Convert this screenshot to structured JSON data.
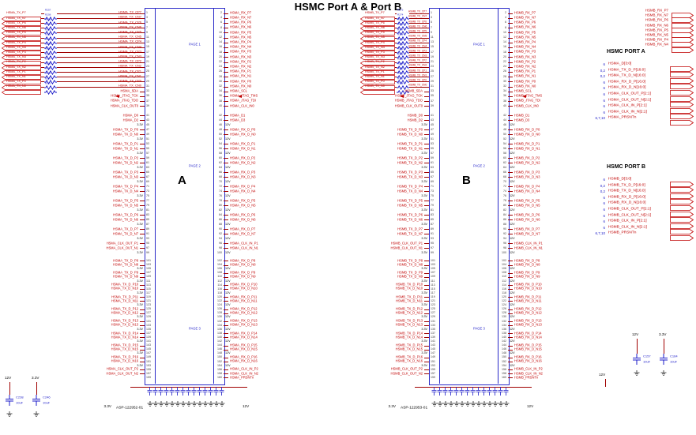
{
  "title": "HSMC Port A & Port B",
  "page_labels": [
    "PAGE 1",
    "PAGE 2",
    "PAGE 3"
  ],
  "bank_pin_starts": [
    1,
    41,
    101
  ],
  "ports": [
    {
      "designator": "A",
      "part_number": "ASP-122952-01",
      "rail_left_label": "3.3V",
      "rail_right_label": "12V",
      "decap_count": 14,
      "bank1": [
        [
          "HSMA_TX_P7",
          "R257",
          "HSMA_TX_CP7",
          "HSMA_RX_P7"
        ],
        [
          "HSMA_TX_N7",
          "R258",
          "HSMA_TX_CN7",
          "HSMA_RX_N7"
        ],
        [
          "HSMA_TX_P6",
          "R259",
          "HSMA_TX_CP6",
          "HSMA_RX_P6"
        ],
        [
          "HSMA_TX_N6",
          "R260",
          "HSMA_TX_CN6",
          "HSMA_RX_N6"
        ],
        [
          "HSMA_TX_P5",
          "R261",
          "HSMA_TX_CP5",
          "HSMA_RX_P5"
        ],
        [
          "HSMA_TX_N5",
          "R262",
          "HSMA_TX_CN5",
          "HSMA_RX_N5"
        ],
        [
          "HSMA_TX_P4",
          "R263",
          "HSMA_TX_CP4",
          "HSMA_RX_P4"
        ],
        [
          "HSMA_TX_N4",
          "R264",
          "HSMA_TX_CN4",
          "HSMA_RX_N4"
        ],
        [
          "HSMA_TX_P3",
          "R265",
          "HSMA_TX_CP3",
          "HSMA_RX_P3"
        ],
        [
          "HSMA_TX_N3",
          "R266",
          "HSMA_TX_CN3",
          "HSMA_RX_N3"
        ],
        [
          "HSMA_TX_P2",
          "R267",
          "HSMA_TX_CP2",
          "HSMA_RX_P2"
        ],
        [
          "HSMA_TX_N2",
          "R268",
          "HSMA_TX_CN2",
          "HSMA_RX_N2"
        ],
        [
          "HSMA_TX_P1",
          "R269",
          "HSMA_TX_CP1",
          "HSMA_RX_P1"
        ],
        [
          "HSMA_TX_N1",
          "R270",
          "HSMA_TX_CN1",
          "HSMA_RX_N1"
        ],
        [
          "HSMA_TX_P0",
          "R271",
          "HSMA_TX_CP0",
          "HSMA_RX_P0"
        ],
        [
          "HSMA_TX_N0",
          "R272",
          "HSMA_TX_CN0",
          "HSMA_RX_N0"
        ],
        [
          "HSMA_SDA",
          "",
          "",
          "HSMA_SCL"
        ],
        [
          "HSMA_JTAG_TCK",
          "",
          "",
          "HSMA_JTAG_TMS"
        ],
        [
          "HSMA_JTAG_TDO",
          "",
          "",
          "HSMA_JTAG_TDI"
        ],
        [
          "HSMA_CLK_OUT0",
          "",
          "",
          "HSMA_CLK_IN0"
        ]
      ],
      "bank2": [
        [
          "HSMA_D0",
          "HSMA_D1"
        ],
        [
          "HSMA_D2",
          "HSMA_D3"
        ],
        [
          "3.3V",
          "12V"
        ],
        [
          "HSMA_TX_D_P0",
          "HSMA_RX_D_P0"
        ],
        [
          "HSMA_TX_D_N0",
          "HSMA_RX_D_N0"
        ],
        [
          "3.3V",
          "12V"
        ],
        [
          "HSMA_TX_D_P1",
          "HSMA_RX_D_P1"
        ],
        [
          "HSMA_TX_D_N1",
          "HSMA_RX_D_N1"
        ],
        [
          "3.3V",
          "12V"
        ],
        [
          "HSMA_TX_D_P2",
          "HSMA_RX_D_P2"
        ],
        [
          "HSMA_TX_D_N2",
          "HSMA_RX_D_N2"
        ],
        [
          "3.3V",
          "12V"
        ],
        [
          "HSMA_TX_D_P3",
          "HSMA_RX_D_P3"
        ],
        [
          "HSMA_TX_D_N3",
          "HSMA_RX_D_N3"
        ],
        [
          "3.3V",
          "12V"
        ],
        [
          "HSMA_TX_D_P4",
          "HSMA_RX_D_P4"
        ],
        [
          "HSMA_TX_D_N4",
          "HSMA_RX_D_N4"
        ],
        [
          "3.3V",
          "12V"
        ],
        [
          "HSMA_TX_D_P5",
          "HSMA_RX_D_P5"
        ],
        [
          "HSMA_TX_D_N5",
          "HSMA_RX_D_N5"
        ],
        [
          "3.3V",
          "12V"
        ],
        [
          "HSMA_TX_D_P6",
          "HSMA_RX_D_P6"
        ],
        [
          "HSMA_TX_D_N6",
          "HSMA_RX_D_N6"
        ],
        [
          "3.3V",
          "12V"
        ],
        [
          "HSMA_TX_D_P7",
          "HSMA_RX_D_P7"
        ],
        [
          "HSMA_TX_D_N7",
          "HSMA_RX_D_N7"
        ],
        [
          "3.3V",
          "12V"
        ],
        [
          "HSMA_CLK_OUT_P1",
          "HSMA_CLK_IN_P1"
        ],
        [
          "HSMA_CLK_OUT_N1",
          "HSMA_CLK_IN_N1"
        ],
        [
          "3.3V",
          "12V"
        ]
      ],
      "bank3": [
        [
          "HSMA_TX_D_P8",
          "HSMA_RX_D_P8"
        ],
        [
          "HSMA_TX_D_N8",
          "HSMA_RX_D_N8"
        ],
        [
          "3.3V",
          "12V"
        ],
        [
          "HSMA_TX_D_P9",
          "HSMA_RX_D_P9"
        ],
        [
          "HSMA_TX_D_N9",
          "HSMA_RX_D_N9"
        ],
        [
          "3.3V",
          "12V"
        ],
        [
          "HSMA_TX_D_P10",
          "HSMA_RX_D_P10"
        ],
        [
          "HSMA_TX_D_N10",
          "HSMA_RX_D_N10"
        ],
        [
          "3.3V",
          "12V"
        ],
        [
          "HSMA_TX_D_P11",
          "HSMA_RX_D_P11"
        ],
        [
          "HSMA_TX_D_N11",
          "HSMA_RX_D_N11"
        ],
        [
          "3.3V",
          "12V"
        ],
        [
          "HSMA_TX_D_P12",
          "HSMA_RX_D_P12"
        ],
        [
          "HSMA_TX_D_N12",
          "HSMA_RX_D_N12"
        ],
        [
          "3.3V",
          "12V"
        ],
        [
          "HSMA_TX_D_P13",
          "HSMA_RX_D_P13"
        ],
        [
          "HSMA_TX_D_N13",
          "HSMA_RX_D_N13"
        ],
        [
          "3.3V",
          "12V"
        ],
        [
          "HSMA_TX_D_P14",
          "HSMA_RX_D_P14"
        ],
        [
          "HSMA_TX_D_N14",
          "HSMA_RX_D_N14"
        ],
        [
          "3.3V",
          "12V"
        ],
        [
          "HSMA_TX_D_P15",
          "HSMA_RX_D_P15"
        ],
        [
          "HSMA_TX_D_N15",
          "HSMA_RX_D_N15"
        ],
        [
          "3.3V",
          "12V"
        ],
        [
          "HSMA_TX_D_P16",
          "HSMA_RX_D_P16"
        ],
        [
          "HSMA_TX_D_N16",
          "HSMA_RX_D_N16"
        ],
        [
          "3.3V",
          "12V"
        ],
        [
          "HSMA_CLK_OUT_P2",
          "HSMA_CLK_IN_P2"
        ],
        [
          "HSMA_CLK_OUT_N2",
          "HSMA_CLK_IN_N2"
        ],
        [
          "",
          "HSMA_PRSNTn"
        ]
      ]
    },
    {
      "designator": "B",
      "part_number": "ASP-122953-01",
      "rail_left_label": "3.3V",
      "rail_right_label": "12V",
      "decap_count": 14,
      "bank1": [
        [
          "HSMB_TX_P7",
          "R273",
          "HSMB_TX_CP7",
          "HSMB_RX_P7"
        ],
        [
          "HSMB_TX_N7",
          "R274",
          "HSMB_TX_CN7",
          "HSMB_RX_N7"
        ],
        [
          "HSMB_TX_P6",
          "R275",
          "HSMB_TX_CP6",
          "HSMB_RX_P6"
        ],
        [
          "HSMB_TX_N6",
          "R276",
          "HSMB_TX_CN6",
          "HSMB_RX_N6"
        ],
        [
          "HSMB_TX_P5",
          "R277",
          "HSMB_TX_CP5",
          "HSMB_RX_P5"
        ],
        [
          "HSMB_TX_N5",
          "R278",
          "HSMB_TX_CN5",
          "HSMB_RX_N5"
        ],
        [
          "HSMB_TX_P4",
          "R279",
          "HSMB_TX_CP4",
          "HSMB_RX_P4"
        ],
        [
          "HSMB_TX_N4",
          "R280",
          "HSMB_TX_CN4",
          "HSMB_RX_N4"
        ],
        [
          "HSMB_TX_P3",
          "R281",
          "HSMB_TX_CP3",
          "HSMB_RX_P3"
        ],
        [
          "HSMB_TX_N3",
          "R282",
          "HSMB_TX_CN3",
          "HSMB_RX_N3"
        ],
        [
          "HSMB_TX_P2",
          "R283",
          "HSMB_TX_CP2",
          "HSMB_RX_P2"
        ],
        [
          "HSMB_TX_N2",
          "R284",
          "HSMB_TX_CN2",
          "HSMB_RX_N2"
        ],
        [
          "HSMB_TX_P1",
          "R285",
          "HSMB_TX_CP1",
          "HSMB_RX_P1"
        ],
        [
          "HSMB_TX_N1",
          "R286",
          "HSMB_TX_CN1",
          "HSMB_RX_N1"
        ],
        [
          "HSMB_TX_P0",
          "R287",
          "HSMB_TX_CP0",
          "HSMB_RX_P0"
        ],
        [
          "HSMB_TX_N0",
          "R288",
          "HSMB_TX_CN0",
          "HSMB_RX_N0"
        ],
        [
          "HSMB_SDA",
          "",
          "",
          "HSMB_SCL"
        ],
        [
          "HSMB_JTAG_TCK",
          "",
          "",
          "HSMB_JTAG_TMS"
        ],
        [
          "HSMB_JTAG_TDO",
          "",
          "",
          "HSMB_JTAG_TDI"
        ],
        [
          "HSMB_CLK_OUT0",
          "",
          "",
          "HSMB_CLK_IN0"
        ]
      ],
      "bank2": [
        [
          "HSMB_D0",
          "HSMB_D1"
        ],
        [
          "HSMB_D2",
          "HSMB_D3"
        ],
        [
          "3.3V",
          "12V"
        ],
        [
          "HSMB_TX_D_P0",
          "HSMB_RX_D_P0"
        ],
        [
          "HSMB_TX_D_N0",
          "HSMB_RX_D_N0"
        ],
        [
          "3.3V",
          "12V"
        ],
        [
          "HSMB_TX_D_P1",
          "HSMB_RX_D_P1"
        ],
        [
          "HSMB_TX_D_N1",
          "HSMB_RX_D_N1"
        ],
        [
          "3.3V",
          "12V"
        ],
        [
          "HSMB_TX_D_P2",
          "HSMB_RX_D_P2"
        ],
        [
          "HSMB_TX_D_N2",
          "HSMB_RX_D_N2"
        ],
        [
          "3.3V",
          "12V"
        ],
        [
          "HSMB_TX_D_P3",
          "HSMB_RX_D_P3"
        ],
        [
          "HSMB_TX_D_N3",
          "HSMB_RX_D_N3"
        ],
        [
          "3.3V",
          "12V"
        ],
        [
          "HSMB_TX_D_P4",
          "HSMB_RX_D_P4"
        ],
        [
          "HSMB_TX_D_N4",
          "HSMB_RX_D_N4"
        ],
        [
          "3.3V",
          "12V"
        ],
        [
          "HSMB_TX_D_P5",
          "HSMB_RX_D_P5"
        ],
        [
          "HSMB_TX_D_N5",
          "HSMB_RX_D_N5"
        ],
        [
          "3.3V",
          "12V"
        ],
        [
          "HSMB_TX_D_P6",
          "HSMB_RX_D_P6"
        ],
        [
          "HSMB_TX_D_N6",
          "HSMB_RX_D_N6"
        ],
        [
          "3.3V",
          "12V"
        ],
        [
          "HSMB_TX_D_P7",
          "HSMB_RX_D_P7"
        ],
        [
          "HSMB_TX_D_N7",
          "HSMB_RX_D_N7"
        ],
        [
          "3.3V",
          "12V"
        ],
        [
          "HSMB_CLK_OUT_P1",
          "HSMB_CLK_IN_P1"
        ],
        [
          "HSMB_CLK_OUT_N1",
          "HSMB_CLK_IN_N1"
        ],
        [
          "3.3V",
          "12V"
        ]
      ],
      "bank3": [
        [
          "HSMB_TX_D_P8",
          "HSMB_RX_D_P8"
        ],
        [
          "HSMB_TX_D_N8",
          "HSMB_RX_D_N8"
        ],
        [
          "3.3V",
          "12V"
        ],
        [
          "HSMB_TX_D_P9",
          "HSMB_RX_D_P9"
        ],
        [
          "HSMB_TX_D_N9",
          "HSMB_RX_D_N9"
        ],
        [
          "3.3V",
          "12V"
        ],
        [
          "HSMB_TX_D_P10",
          "HSMB_RX_D_P10"
        ],
        [
          "HSMB_TX_D_N10",
          "HSMB_RX_D_N10"
        ],
        [
          "3.3V",
          "12V"
        ],
        [
          "HSMB_TX_D_P11",
          "HSMB_RX_D_P11"
        ],
        [
          "HSMB_TX_D_N11",
          "HSMB_RX_D_N11"
        ],
        [
          "3.3V",
          "12V"
        ],
        [
          "HSMB_TX_D_P12",
          "HSMB_RX_D_P12"
        ],
        [
          "HSMB_TX_D_N12",
          "HSMB_RX_D_N12"
        ],
        [
          "3.3V",
          "12V"
        ],
        [
          "HSMB_TX_D_P13",
          "HSMB_RX_D_P13"
        ],
        [
          "HSMB_TX_D_N13",
          "HSMB_RX_D_N13"
        ],
        [
          "3.3V",
          "12V"
        ],
        [
          "HSMB_TX_D_P14",
          "HSMB_RX_D_P14"
        ],
        [
          "HSMB_TX_D_N14",
          "HSMB_RX_D_N14"
        ],
        [
          "3.3V",
          "12V"
        ],
        [
          "HSMB_TX_D_P15",
          "HSMB_RX_D_P15"
        ],
        [
          "HSMB_TX_D_N15",
          "HSMB_RX_D_N15"
        ],
        [
          "3.3V",
          "12V"
        ],
        [
          "HSMB_TX_D_P16",
          "HSMB_RX_D_P16"
        ],
        [
          "HSMB_TX_D_N16",
          "HSMB_RX_D_N16"
        ],
        [
          "3.3V",
          "12V"
        ],
        [
          "HSMB_CLK_OUT_P2",
          "HSMB_CLK_IN_P2"
        ],
        [
          "HSMB_CLK_OUT_N2",
          "HSMB_CLK_IN_N2"
        ],
        [
          "",
          "HSMB_PRSNTn"
        ]
      ]
    }
  ],
  "top_right_flags": [
    "HSMB_RX_P7",
    "HSMB_RX_N7",
    "HSMB_RX_P6",
    "HSMB_RX_N6",
    "HSMB_RX_P5",
    "HSMB_RX_N5",
    "HSMB_RX_P4",
    "HSMB_RX_N4"
  ],
  "port_groups": [
    {
      "title": "HSMC PORT A",
      "items": [
        {
          "ref": "6",
          "label": "HSMA_D[3:0]"
        },
        {
          "ref": "0,2",
          "label": "HSMA_TX_D_P[16:0]"
        },
        {
          "ref": "0,2",
          "label": "HSMA_TX_D_N[16:0]"
        },
        {
          "ref": "6",
          "label": "HSMA_RX_D_P[16:0]"
        },
        {
          "ref": "6",
          "label": "HSMA_RX_D_N[16:0]"
        },
        {
          "ref": "6",
          "label": "HSMA_CLK_OUT_P[2:1]"
        },
        {
          "ref": "6",
          "label": "HSMA_CLK_OUT_N[2:1]"
        },
        {
          "ref": "6",
          "label": "HSMA_CLK_IN_P[2:1]"
        },
        {
          "ref": "6",
          "label": "HSMA_CLK_IN_N[2:1]"
        },
        {
          "ref": "6,7,10",
          "label": "HSMA_PRSNTn"
        }
      ]
    },
    {
      "title": "HSMC PORT B",
      "items": [
        {
          "ref": "6",
          "label": "HSMB_D[3:0]"
        },
        {
          "ref": "0,2",
          "label": "HSMB_TX_D_P[16:0]"
        },
        {
          "ref": "0,2",
          "label": "HSMB_TX_D_N[16:0]"
        },
        {
          "ref": "6",
          "label": "HSMB_RX_D_P[16:0]"
        },
        {
          "ref": "6",
          "label": "HSMB_RX_D_N[16:0]"
        },
        {
          "ref": "6",
          "label": "HSMB_CLK_OUT_P[2:1]"
        },
        {
          "ref": "6",
          "label": "HSMB_CLK_OUT_N[2:1]"
        },
        {
          "ref": "6",
          "label": "HSMB_CLK_IN_P[2:1]"
        },
        {
          "ref": "6",
          "label": "HSMB_CLK_IN_N[2:1]"
        },
        {
          "ref": "6,7,10",
          "label": "HSMB_PRSNTn"
        }
      ]
    }
  ],
  "bulk_caps_left": {
    "rails": [
      "12V",
      "3.3V"
    ],
    "caps": [
      [
        "C238",
        "10uF"
      ],
      [
        "C246",
        "10uF"
      ]
    ]
  },
  "bulk_caps_right": {
    "feed": "12V",
    "rails": [
      "12V",
      "3.3V"
    ],
    "caps": [
      [
        "C157",
        "10uF"
      ],
      [
        "C164",
        "10uF"
      ]
    ]
  }
}
